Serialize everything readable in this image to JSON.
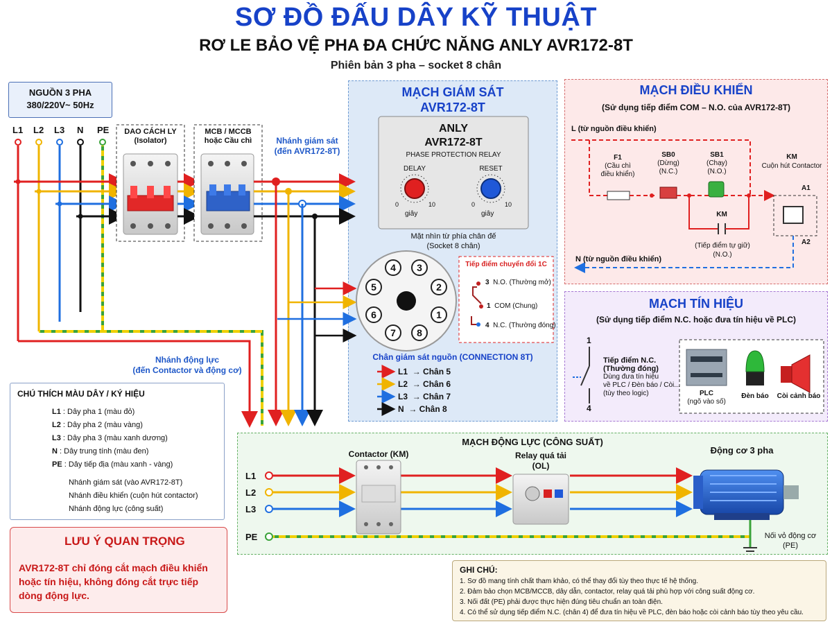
{
  "header": {
    "title": "SƠ ĐỒ ĐẤU DÂY KỸ THUẬT",
    "subtitle": "RƠ LE BẢO VỆ PHA ĐA CHỨC NĂNG ANLY AVR172-8T",
    "subtitle2": "Phiên bản 3 pha – socket 8 chân"
  },
  "source": {
    "line1": "NGUỒN 3 PHA",
    "line2": "380/220V~ 50Hz",
    "phases": [
      "L1",
      "L2",
      "L3",
      "N",
      "PE"
    ]
  },
  "isolator": {
    "line1": "DAO CÁCH LY",
    "line2": "(Isolator)"
  },
  "mcb": {
    "line1": "MCB / MCCB",
    "line2": "hoặc Cầu chì"
  },
  "branch_monitor": {
    "line1": "Nhánh giám sát",
    "line2": "(đến AVR172-8T)"
  },
  "branch_power": {
    "line1": "Nhánh động lực",
    "line2": "(đến Contactor và động cơ)"
  },
  "monitor": {
    "title1": "MẠCH GIÁM SÁT",
    "title2": "AVR172-8T",
    "brand": "ANLY",
    "model": "AVR172-8T",
    "desc": "PHASE PROTECTION RELAY",
    "delay": "DELAY",
    "reset": "RESET",
    "scale_min": "0",
    "scale_max": "10",
    "unit": "giây",
    "view1": "Mặt nhìn từ phía chân đế",
    "view2": "(Socket 8 chân)",
    "pins": [
      "1",
      "2",
      "3",
      "4",
      "5",
      "6",
      "7",
      "8"
    ],
    "contact_title": "Tiếp điểm chuyển đổi 1C",
    "contacts": [
      {
        "pin": "3",
        "label": "N.O. (Thường mở)"
      },
      {
        "pin": "1",
        "label": "COM (Chung)"
      },
      {
        "pin": "4",
        "label": "N.C. (Thường đóng)"
      }
    ],
    "conn_title": "Chân giám sát nguồn (CONNECTION 8T)",
    "conn": [
      {
        "phase": "L1",
        "pin": "→ Chân 5",
        "color": "#e02020"
      },
      {
        "phase": "L2",
        "pin": "→ Chân 6",
        "color": "#f0b400"
      },
      {
        "phase": "L3",
        "pin": "→ Chân 7",
        "color": "#1f6fe0"
      },
      {
        "phase": "N",
        "pin": "→ Chân 8",
        "color": "#111111"
      }
    ]
  },
  "control": {
    "title": "MẠCH ĐIỀU KHIỂN",
    "sub": "(Sử dụng tiếp điểm COM – N.O. của AVR172-8T)",
    "l_src": "L (từ nguồn điều khiển)",
    "n_src": "N (từ nguồn điều khiển)",
    "f1": "F1",
    "f1_desc1": "(Cầu chì",
    "f1_desc2": "điều khiển)",
    "sb0": "SB0",
    "sb0_desc": "(Dừng)",
    "sb0_type": "(N.C.)",
    "sb1": "SB1",
    "sb1_desc": "(Chạy)",
    "sb1_type": "(N.O.)",
    "km": "KM",
    "km_desc": "Cuộn hút Contactor",
    "a1": "A1",
    "a2": "A2",
    "km_hold": "KM",
    "km_hold1": "(Tiếp điểm tự giữ)",
    "km_hold2": "(N.O.)"
  },
  "signal": {
    "title": "MẠCH TÍN HIỆU",
    "sub": "(Sử dụng tiếp điểm N.C. hoặc đưa tín hiệu về PLC)",
    "pin_top": "1",
    "pin_bot": "4",
    "nc1": "Tiếp điểm N.C.",
    "nc2": "(Thường đóng)",
    "nc3": "Dùng đưa tín hiệu",
    "nc4": "về PLC / Đèn báo / Còi...",
    "nc5": "(tùy theo logic)",
    "plc": "PLC",
    "plc_desc": "(ngõ vào số)",
    "lamp": "Đèn báo",
    "siren": "Còi cảnh báo"
  },
  "power": {
    "title": "MẠCH ĐỘNG LỰC (CÔNG SUẤT)",
    "contactor": "Contactor (KM)",
    "ol1": "Relay quá tải",
    "ol2": "(OL)",
    "motor": "Động cơ 3 pha",
    "motor_pe1": "Nối vỏ động cơ",
    "motor_pe2": "(PE)",
    "lines": [
      "L1",
      "L2",
      "L3",
      "PE"
    ]
  },
  "legend": {
    "title": "CHÚ THÍCH MÀU DÂY / KÝ HIỆU",
    "items": [
      {
        "key": "L1",
        "text": ": Dây pha 1 (màu đỏ)",
        "color": "#e02020"
      },
      {
        "key": "L2",
        "text": ": Dây pha 2 (màu vàng)",
        "color": "#f0b400"
      },
      {
        "key": "L3",
        "text": ": Dây pha 3 (màu xanh dương)",
        "color": "#1f6fe0"
      },
      {
        "key": "N",
        "text": ": Dây trung tính (màu đen)",
        "color": "#111111"
      },
      {
        "key": "PE",
        "text": ": Dây tiếp địa (màu xanh - vàng)",
        "color": "#3aa33a"
      }
    ],
    "arrows": [
      {
        "text": "Nhánh giám sát (vào AVR172-8T)",
        "color": "#e02020"
      },
      {
        "text": "Nhánh điều khiển (cuộn hút contactor)",
        "color": "#c03ad8"
      },
      {
        "text": "Nhánh động lực (công suất)",
        "color": "#1f6fe0"
      }
    ]
  },
  "warning": {
    "title": "LƯU Ý QUAN TRỌNG",
    "line1": "AVR172-8T chỉ đóng cắt mạch điều khiển",
    "line2": "hoặc tín hiệu, không đóng cắt trực tiếp",
    "line3": "dòng động lực."
  },
  "notes": {
    "title": "GHI CHÚ:",
    "items": [
      "1.  Sơ đồ mang tính chất tham khảo, có thể thay đổi tùy theo thực tế hệ thống.",
      "2.  Đảm bảo chọn MCB/MCCB, dây dẫn, contactor, relay quá tải phù hợp với công suất động cơ.",
      "3.  Nối đất (PE) phải được thực hiện đúng tiêu chuẩn an toàn điện.",
      "4.  Có thể sử dụng tiếp điểm N.C. (chân 4) để đưa tín hiệu về PLC, đèn báo hoặc còi cảnh báo tùy theo yêu cầu."
    ]
  },
  "colors": {
    "red": "#e02020",
    "yellow": "#f0b400",
    "blue": "#1f6fe0",
    "black": "#111111",
    "green": "#3aa33a"
  }
}
